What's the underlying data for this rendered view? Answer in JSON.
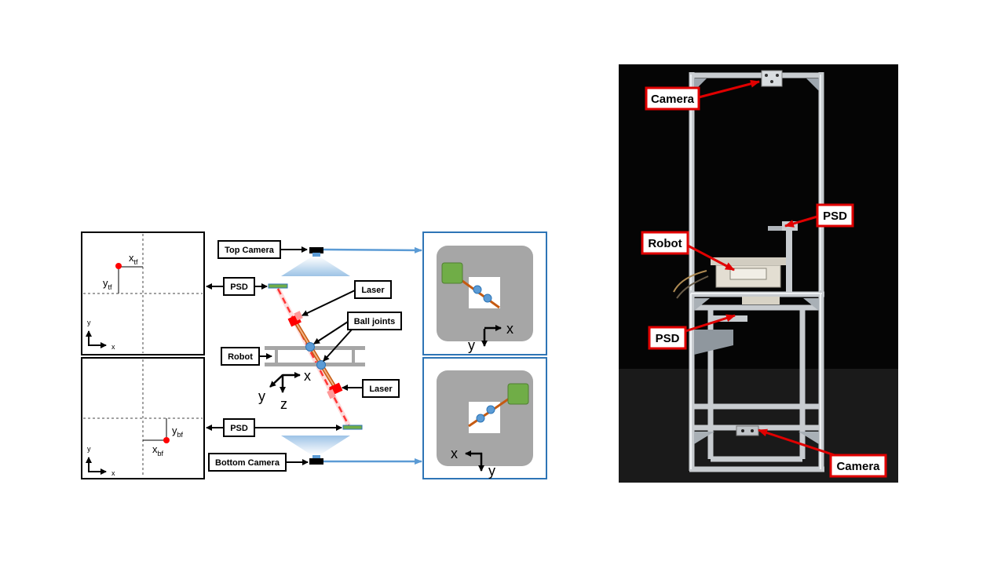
{
  "diagram": {
    "labels": {
      "top_camera": "Top Camera",
      "psd_top": "PSD",
      "laser_top": "Laser",
      "ball_joints": "Ball joints",
      "robot": "Robot",
      "laser_bottom": "Laser",
      "psd_bottom": "PSD",
      "bottom_camera": "Bottom Camera"
    },
    "psd_views": {
      "top": {
        "x_main": "x",
        "x_sub": "tf",
        "y_main": "y",
        "y_sub": "tf",
        "axis_x": "x",
        "axis_y": "y"
      },
      "bottom": {
        "x_main": "x",
        "x_sub": "bf",
        "y_main": "y",
        "y_sub": "bf",
        "axis_x": "x",
        "axis_y": "y"
      }
    },
    "robot_axes": {
      "x": "x",
      "y": "y",
      "z": "z"
    },
    "camera_views": {
      "top": {
        "axis_x": "x",
        "axis_y": "y"
      },
      "bottom": {
        "axis_x": "x",
        "axis_y": "y"
      }
    },
    "colors": {
      "frame_blue": "#2e75b6",
      "light_blue": "#5b9bd5",
      "laser_red": "#ff0000",
      "rod_orange": "#c55a11",
      "joint_blue": "#5b9bd5",
      "gray": "#a6a6a6",
      "green": "#70ad47"
    }
  },
  "photo": {
    "labels": {
      "camera_top": "Camera",
      "psd_right": "PSD",
      "robot": "Robot",
      "psd_left": "PSD",
      "camera_bottom": "Camera"
    },
    "colors": {
      "label_border": "#e00000",
      "arrow": "#e00000",
      "background": "#050505",
      "frame": "#c8ccd0"
    }
  }
}
